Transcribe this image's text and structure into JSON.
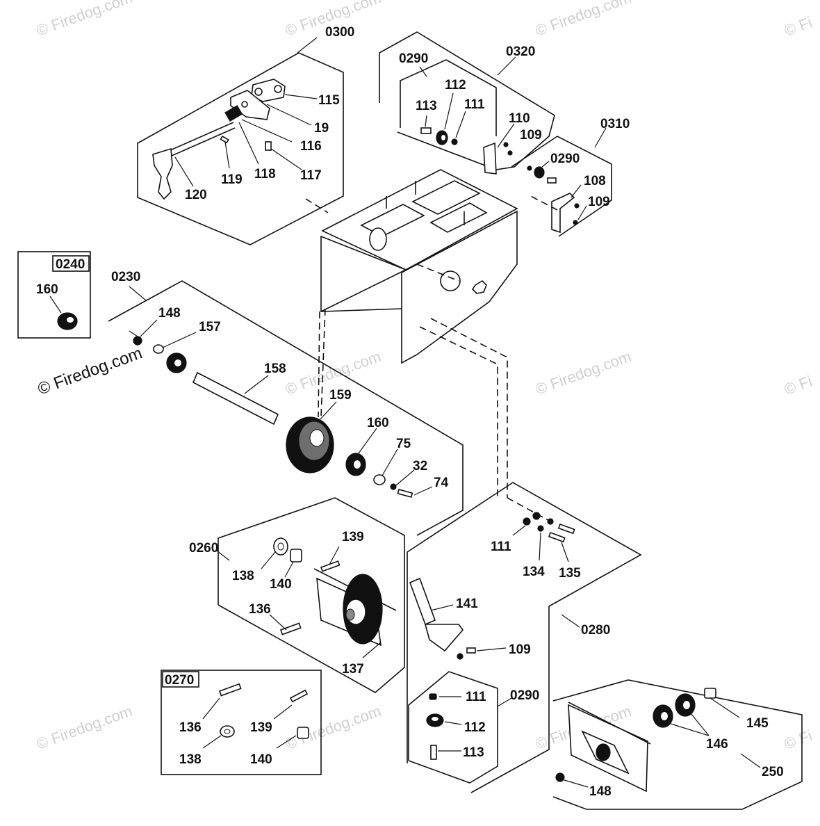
{
  "watermark": "© Firedog.com",
  "watermark_partial": "© Fi",
  "labels": {
    "l0300": "0300",
    "l115": "115",
    "l19": "19",
    "l116": "116",
    "l117": "117",
    "l118": "118",
    "l119": "119",
    "l120": "120",
    "l0290a": "0290",
    "l0320": "0320",
    "l112a": "112",
    "l113a": "113",
    "l111a": "111",
    "l110": "110",
    "l109a": "109",
    "l0310": "0310",
    "l0290b": "0290",
    "l108": "108",
    "l109b": "109",
    "l0240": "0240",
    "l160a": "160",
    "l0230": "0230",
    "l148a": "148",
    "l157": "157",
    "l158": "158",
    "l159": "159",
    "l160b": "160",
    "l75": "75",
    "l32": "32",
    "l74": "74",
    "l139a": "139",
    "l0260": "0260",
    "l138a": "138",
    "l140a": "140",
    "l136a": "136",
    "l137": "137",
    "l111b": "111",
    "l134": "134",
    "l135": "135",
    "l141": "141",
    "l109c": "109",
    "l0280": "0280",
    "l0270": "0270",
    "l136b": "136",
    "l139b": "139",
    "l138b": "138",
    "l140b": "140",
    "l0290c": "0290",
    "l111c": "111",
    "l112b": "112",
    "l113b": "113",
    "l145": "145",
    "l146": "146",
    "l250": "250",
    "l148b": "148"
  }
}
